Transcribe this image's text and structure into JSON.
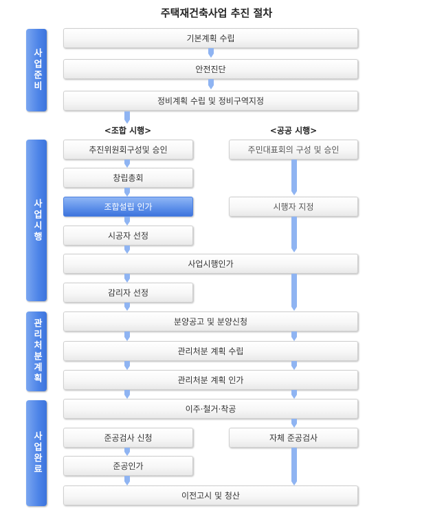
{
  "title": "주택재건축사업 추진 절차",
  "phases": {
    "prep": "사업준비",
    "exec": "사업시행",
    "mgmt": "관리처분계획",
    "comp": "사업완료"
  },
  "labels": {
    "union": "<조합 시행>",
    "public": "<공공 시행>"
  },
  "boxes": {
    "basic_plan": "기본계획 수립",
    "safety": "안전진단",
    "zone": "정비계획 수립 및 정비구역지정",
    "committee": "추진위원회구성및 승인",
    "resident_rep": "주민대표회의 구성 및 승인",
    "founding": "창립총회",
    "union_approval": "조합설립 인가",
    "operator": "시행자 지정",
    "contractor": "시공자 선정",
    "exec_approval": "사업시행인가",
    "supervisor": "감리자 선정",
    "sale": "분양공고 및 분양신청",
    "mgmt_plan": "관리처분 계획 수립",
    "mgmt_approval": "관리처분 계획 인가",
    "relocation": "이주·철거·착공",
    "inspect_apply": "준공검사 신청",
    "self_inspect": "자체 준공검사",
    "completion": "준공인가",
    "transfer": "이전고시 및 청산"
  }
}
